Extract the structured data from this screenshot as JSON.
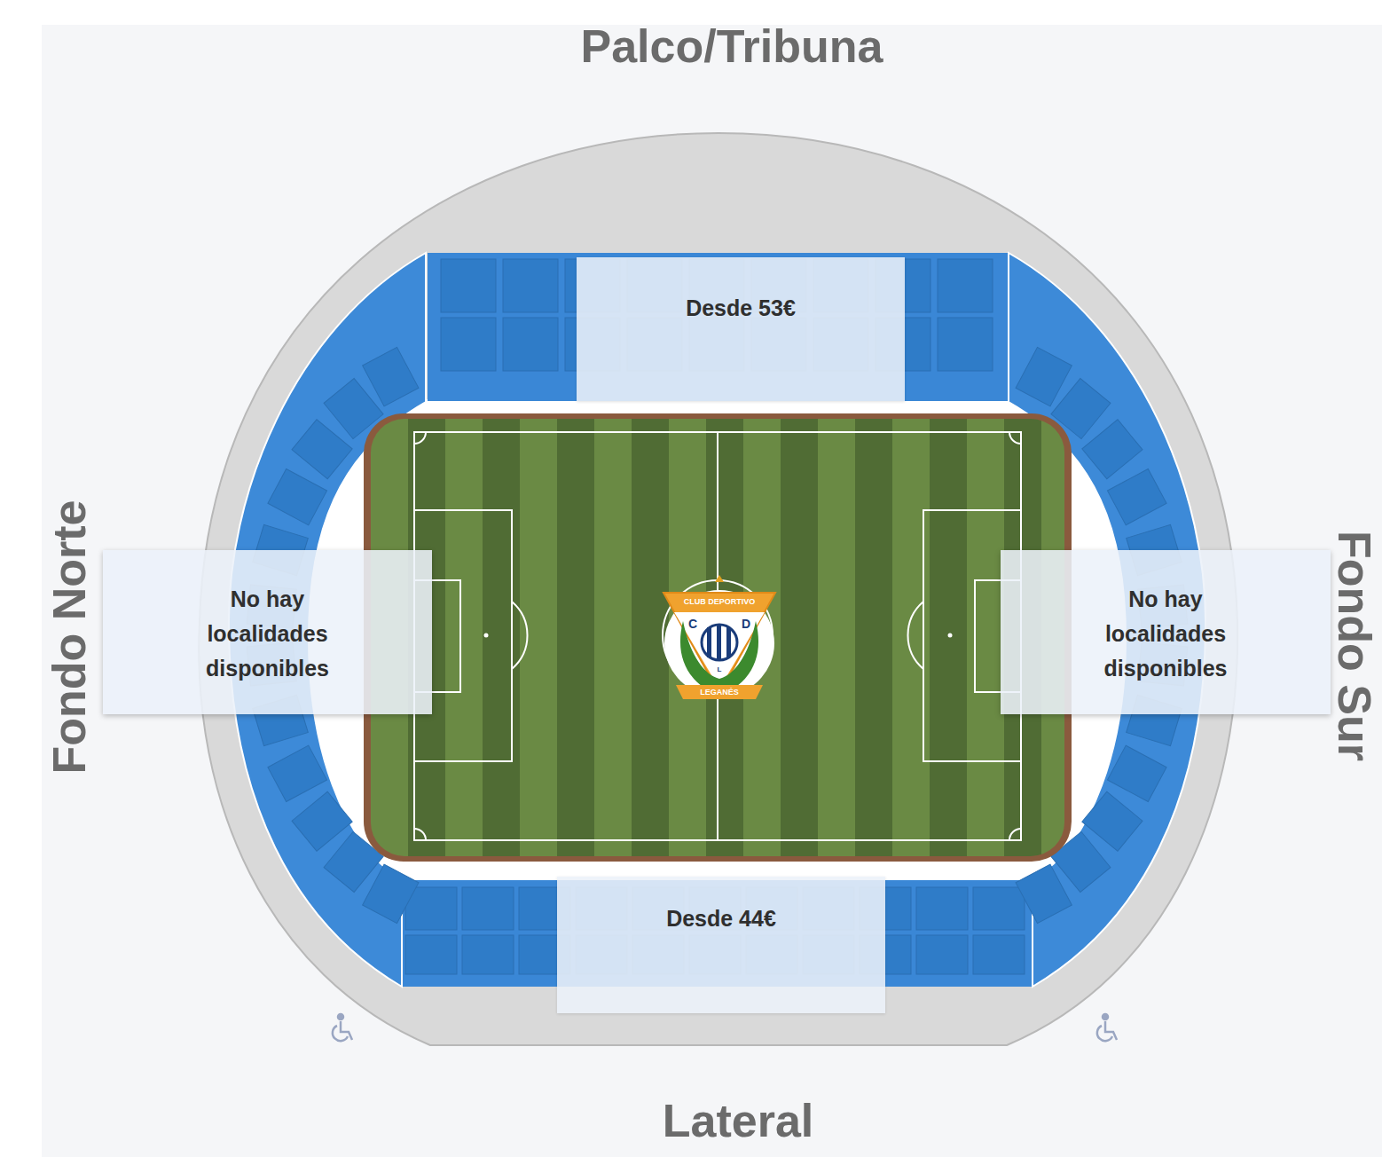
{
  "diagram": {
    "nodes": [
      {
        "text": [
          "Desde 53€"
        ]
      },
      {
        "text": [
          "No hay localidades disponibles"
        ]
      },
      {
        "text": [
          "No hay localidades disponibles"
        ]
      },
      {
        "text": [
          "Desde 44€"
        ]
      }
    ],
    "labels": [
      "Palco/Tribuna",
      "Fondo Norte",
      "Fondo Sur",
      "Lateral",
      "CLUB DEPORTIVO",
      "C",
      "D",
      "L",
      "LEGANÉS"
    ]
  }
}
